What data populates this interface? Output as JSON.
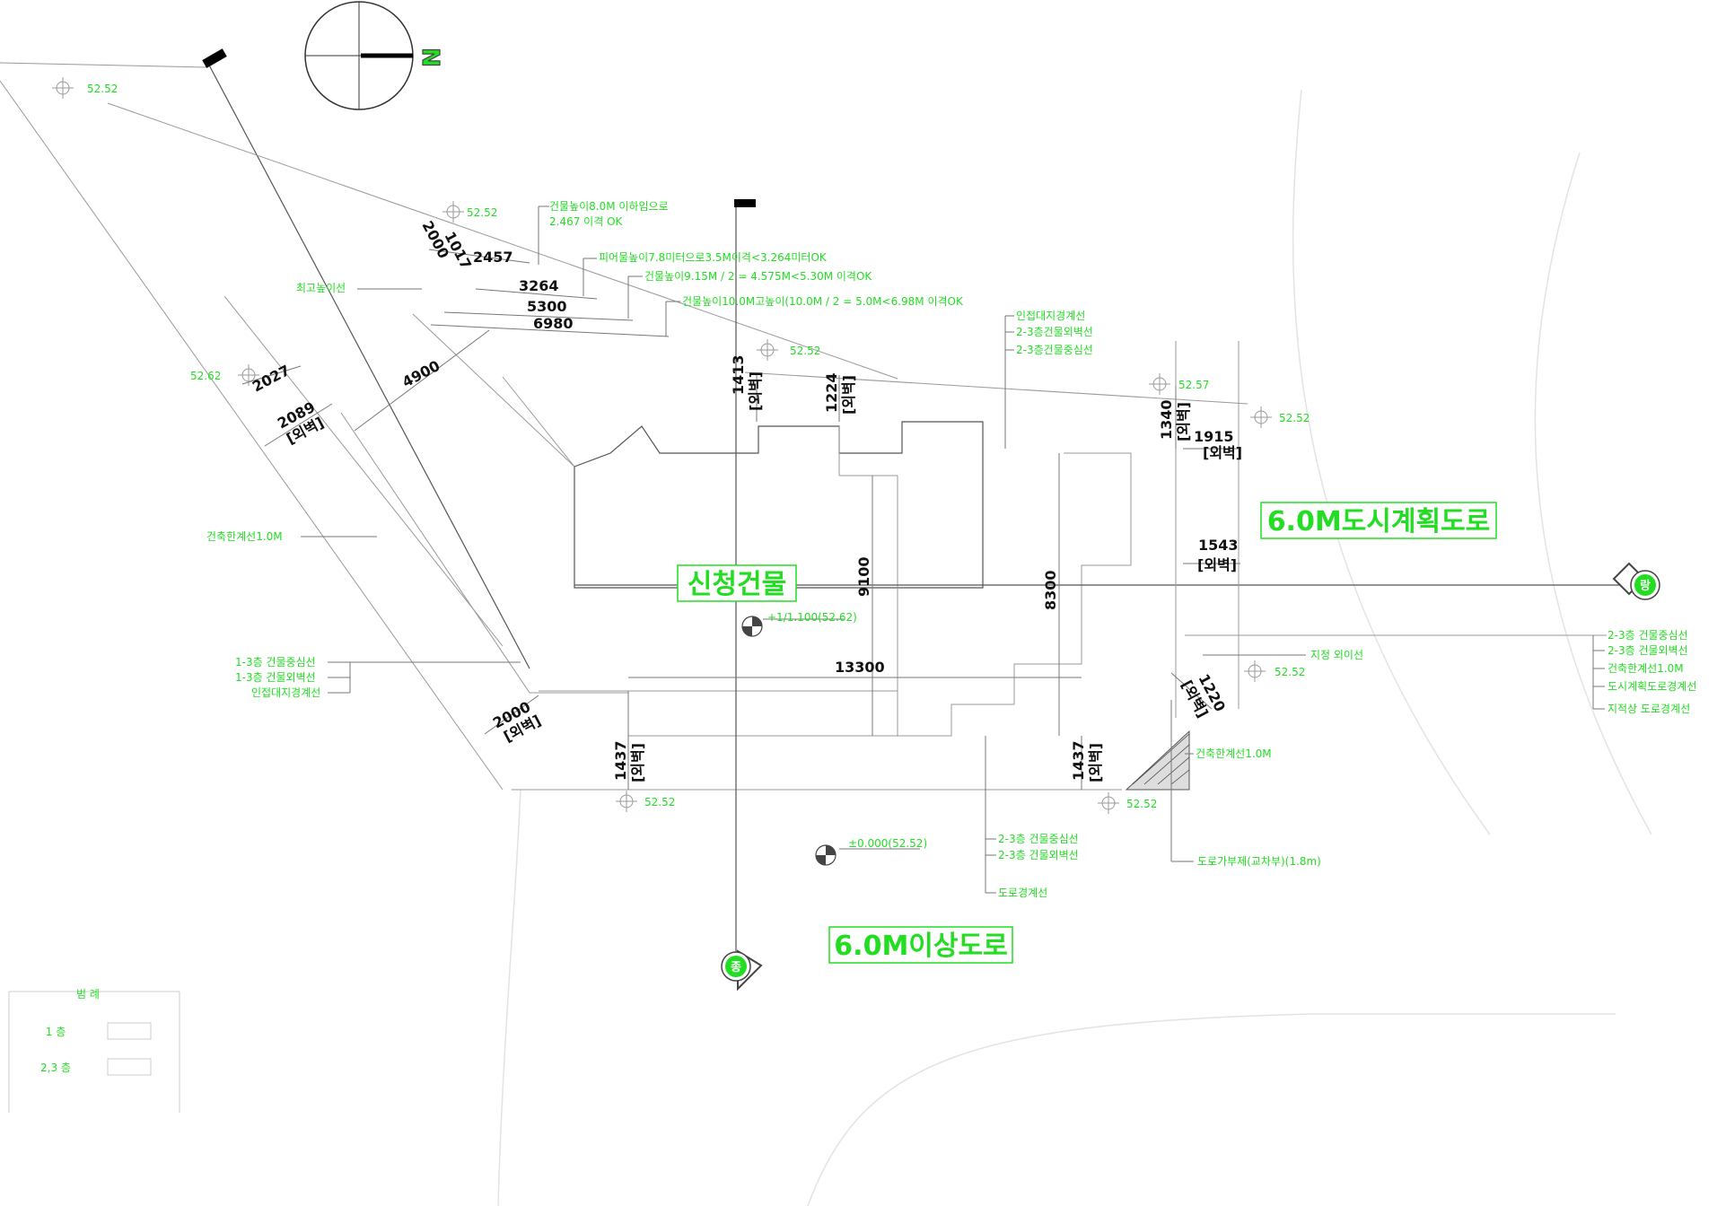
{
  "north_symbol": "N",
  "elevations": {
    "e1": "52.52",
    "e2": "52.52",
    "e3": "52.52",
    "e4": "52.57",
    "e5": "52.52",
    "e6": "52.62",
    "e7": "52.52",
    "e8": "52.52",
    "e9": "52.52"
  },
  "dimensions": {
    "d2000a": "2000",
    "d1017": "1017",
    "d2457": "2457",
    "d3264": "3264",
    "d5300": "5300",
    "d6980": "6980",
    "d2027": "2027",
    "d4900": "4900",
    "d2089": "2089",
    "d1413": "1413",
    "d1224": "1224",
    "d1340": "1340",
    "d1915": "1915",
    "d1543": "1543",
    "d9100": "9100",
    "d8300": "8300",
    "d13300": "13300",
    "d1220": "1220",
    "d2000b": "2000",
    "d1437a": "1437",
    "d1437b": "1437",
    "outer_wall": "[외벽]"
  },
  "notes": {
    "n1a": "건물높이8.0M 이하임으로",
    "n1b": "2.467 이격 OK",
    "n2": "피어물높이7.8미터으로3.5M이격<3.264미터OK",
    "n3": "건물높이9.15M / 2 = 4.575M<5.30M 이격OK",
    "n4": "건물높이10.0M고높이(10.0M / 2 = 5.0M<6.98M 이격OK",
    "max_height_line": "최고높이선",
    "site_boundary_top": "인접대지경계선",
    "bldg_outer_2_3_top": "2-3층건물외벽선",
    "bldg_center_2_3_top": "2-3층건물중심선",
    "building_limit_left": "건축한계선1.0M",
    "f13_center": "1-3층 건물중심선",
    "f13_outer": "1-3층 건물외벽선",
    "site_boundary_left": "인접대지경계선",
    "f23_center_bottom": "2-3층 건물중심선",
    "f23_outer_bottom": "2-3층 건물외벽선",
    "road_boundary_bottom": "도로경계선",
    "corner_cut": "도로가부제(교차부)(1.8m)",
    "building_limit_right": "건축한계선1.0M",
    "r_center": "2-3층 건물중심선",
    "r_outer": "2-3층 건물외벽선",
    "r_limit": "건축한계선1.0M",
    "r_plan_road": "도시계획도로경계선",
    "r_current_road": "지적상 도로경계선",
    "center_note": "지정 외이선",
    "level_plus": "+1/1.100(52.62)",
    "level_zero": "±0.000(52.52)"
  },
  "labels": {
    "building": "신청건물",
    "road_right": "6.0M도시계획도로",
    "road_bottom": "6.0M이상도로"
  },
  "markers": {
    "east": "랑",
    "south": "종"
  },
  "legend": {
    "title": "범 례",
    "floor1": "1 층",
    "floor23": "2,3 층"
  }
}
